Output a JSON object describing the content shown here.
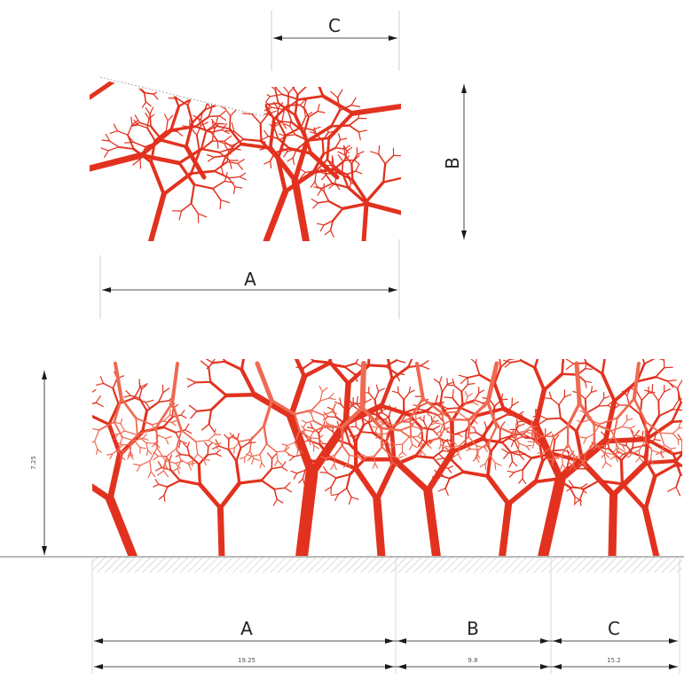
{
  "colors": {
    "pattern": "#e2321f",
    "pattern_light": "#ef6a52",
    "dimension_line": "#1a1a1a",
    "ground_line": "#777777",
    "ground_hatch": "#bdbdbd"
  },
  "tile": {
    "dim_a_label": "A",
    "dim_b_label": "B",
    "dim_c_label": "C"
  },
  "elevation": {
    "height_value": "7.25",
    "segments": [
      {
        "label": "A",
        "value": "19.25"
      },
      {
        "label": "B",
        "value": "9.8"
      },
      {
        "label": "C",
        "value": "15.2"
      }
    ]
  }
}
